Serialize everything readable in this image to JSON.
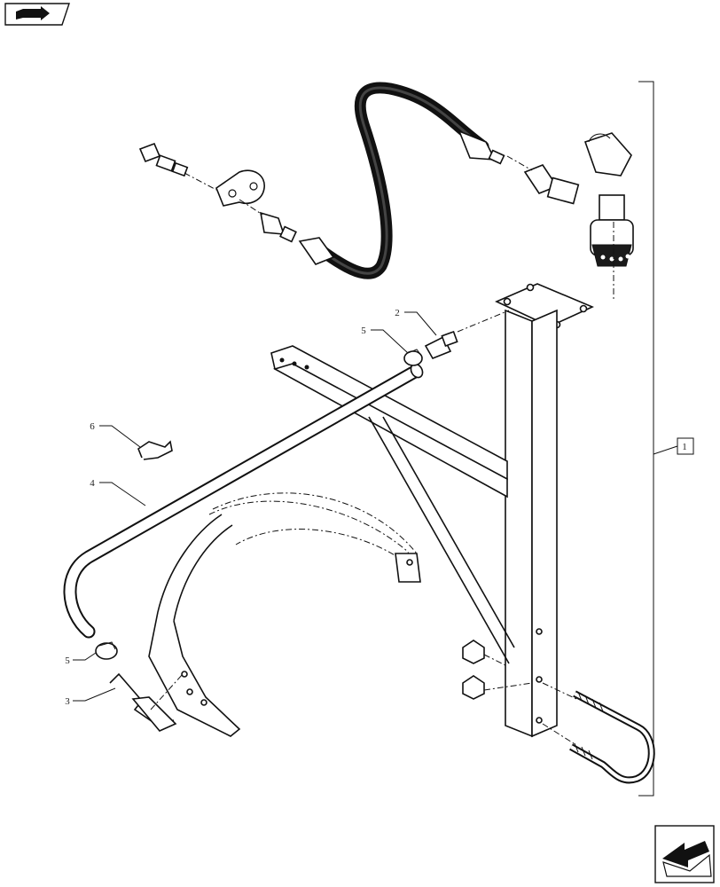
{
  "callouts": [
    {
      "id": "c1",
      "text": "1"
    },
    {
      "id": "c2",
      "text": "2"
    },
    {
      "id": "c3",
      "text": "3"
    },
    {
      "id": "c4",
      "text": "4"
    },
    {
      "id": "c5a",
      "text": "5"
    },
    {
      "id": "c5b",
      "text": "5"
    },
    {
      "id": "c6",
      "text": "6"
    }
  ],
  "icons": {
    "top_left": "book-arrow-icon",
    "bottom_right": "next-page-arrow-icon"
  }
}
